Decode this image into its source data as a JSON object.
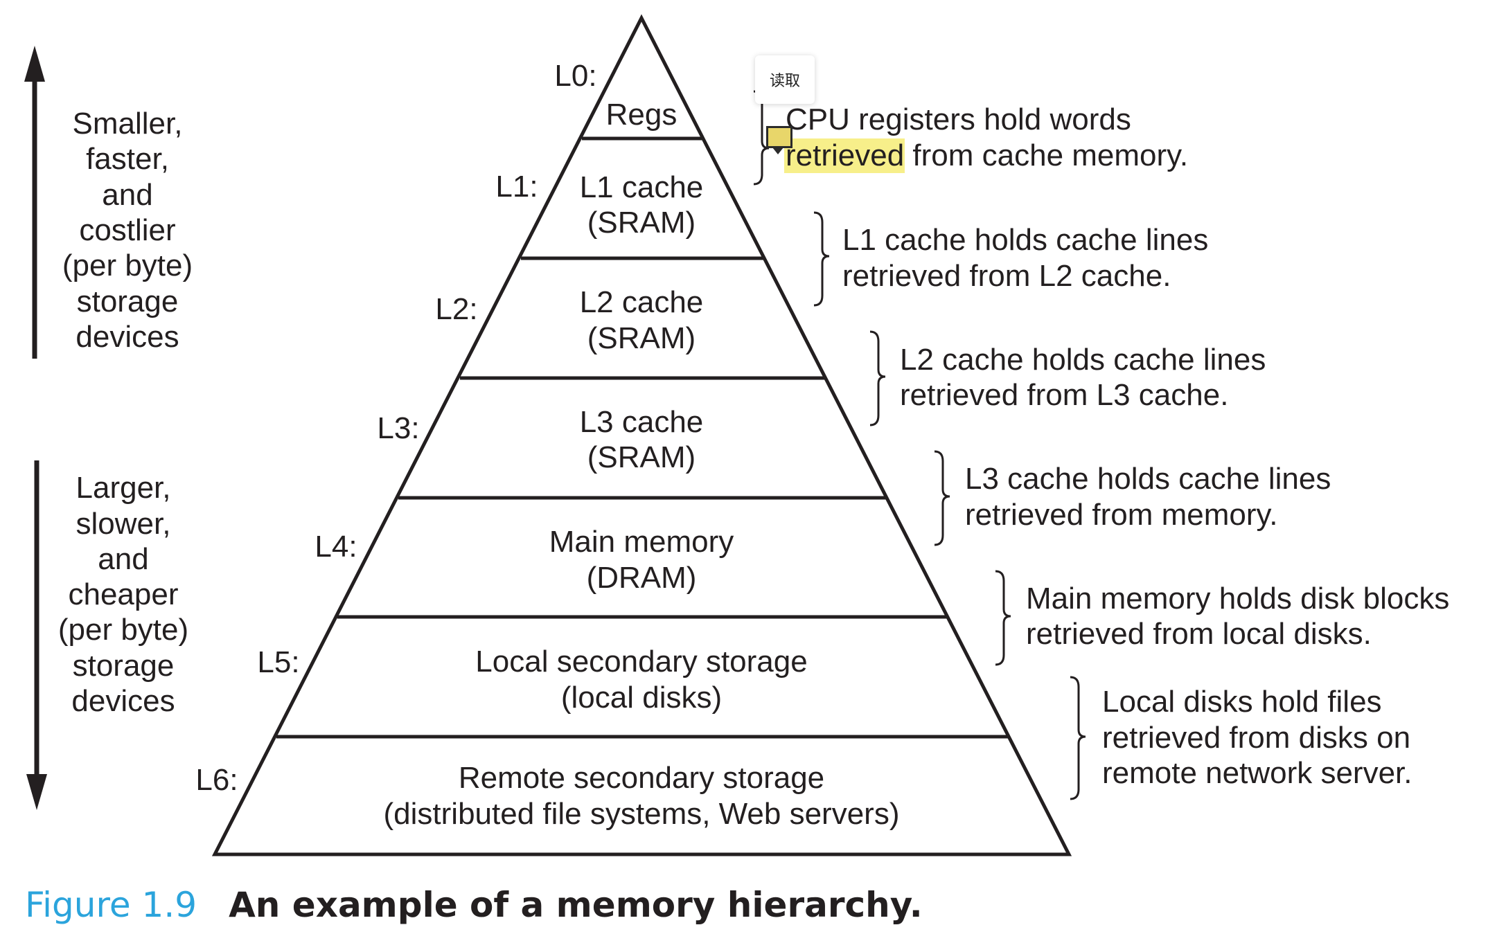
{
  "levels": [
    {
      "label": "L0:",
      "line1": "Regs",
      "line2": ""
    },
    {
      "label": "L1:",
      "line1": "L1 cache",
      "line2": "(SRAM)"
    },
    {
      "label": "L2:",
      "line1": "L2 cache",
      "line2": "(SRAM)"
    },
    {
      "label": "L3:",
      "line1": "L3 cache",
      "line2": "(SRAM)"
    },
    {
      "label": "L4:",
      "line1": "Main memory",
      "line2": "(DRAM)"
    },
    {
      "label": "L5:",
      "line1": "Local secondary storage",
      "line2": "(local disks)"
    },
    {
      "label": "L6:",
      "line1": "Remote secondary storage",
      "line2": "(distributed file systems, Web servers)"
    }
  ],
  "notes": [
    {
      "lines": [
        "CPU registers hold words",
        "retrieved from cache memory."
      ]
    },
    {
      "lines": [
        "L1 cache holds cache lines",
        "retrieved from L2 cache."
      ]
    },
    {
      "lines": [
        "L2 cache holds cache lines",
        "retrieved from L3 cache."
      ]
    },
    {
      "lines": [
        "L3 cache holds cache lines",
        "retrieved from memory."
      ]
    },
    {
      "lines": [
        "Main memory holds disk blocks",
        "retrieved from local disks."
      ]
    },
    {
      "lines": [
        "Local disks hold files",
        "retrieved from disks on",
        "remote network server."
      ]
    }
  ],
  "top_side": [
    "Smaller,",
    "faster,",
    "and",
    "costlier",
    "(per byte)",
    "storage",
    "devices"
  ],
  "bottom_side": [
    "Larger,",
    "slower,",
    "and",
    "cheaper",
    "(per byte)",
    "storage",
    "devices"
  ],
  "tooltip": "读取",
  "caption": {
    "label": "Figure 1.9",
    "title": "An example of a memory hierarchy."
  },
  "colors": {
    "caption_label": "#2ba4dc",
    "highlight": "#f7ef8a",
    "note_icon": "#e8d66a"
  },
  "icons": {
    "arrow_up": "arrow-up-icon",
    "arrow_down": "arrow-down-icon",
    "note": "sticky-note-icon"
  }
}
